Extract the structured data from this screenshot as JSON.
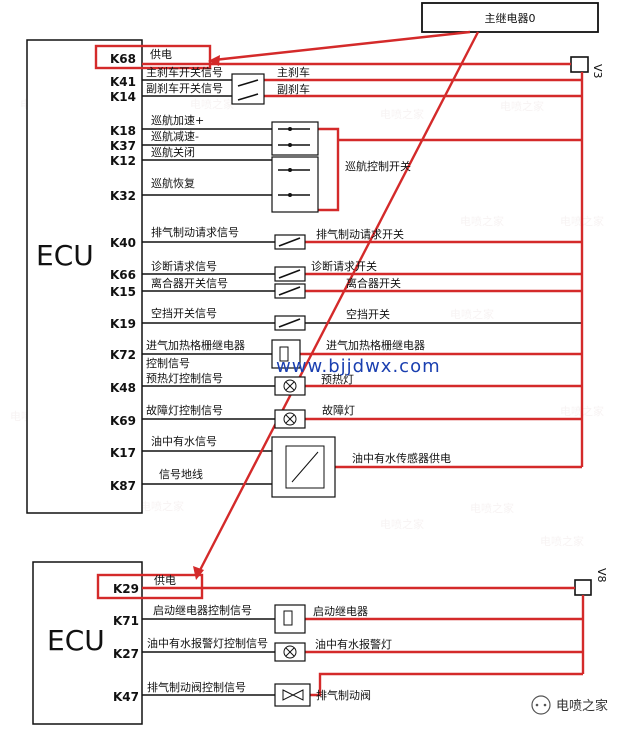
{
  "main_relay": "主继电器0",
  "ecu_label": "ECU",
  "v1": "V3",
  "v2": "V8",
  "watermark": "www.bjjdwx.com",
  "brand": "电喷之家",
  "bg_brand": "电喷之家",
  "top_pins": [
    {
      "pin": "K68",
      "signal": "供电"
    },
    {
      "pin": "K41",
      "signal": "主刹车开关信号",
      "device": "主刹车"
    },
    {
      "pin": "K14",
      "signal": "副刹车开关信号",
      "device": "副刹车"
    },
    {
      "pin": "K18",
      "signal": "巡航加速+"
    },
    {
      "pin": "K37",
      "signal": "巡航减速-"
    },
    {
      "pin": "K12",
      "signal": "巡航关闭"
    },
    {
      "pin": "K32",
      "signal": "巡航恢复"
    },
    {
      "pin": "K40",
      "signal": "排气制动请求信号",
      "device": "排气制动请求开关"
    },
    {
      "pin": "K66",
      "signal": "诊断请求信号",
      "device": "诊断请求开关"
    },
    {
      "pin": "K15",
      "signal": "离合器开关信号",
      "device": "离合器开关"
    },
    {
      "pin": "K19",
      "signal": "空挡开关信号",
      "device": "空挡开关"
    },
    {
      "pin": "K72",
      "signal": "进气加热格栅继电器",
      "signal2": "控制信号",
      "device": "进气加热格栅继电器"
    },
    {
      "pin": "K48",
      "signal": "预热灯控制信号",
      "device": "预热灯"
    },
    {
      "pin": "K69",
      "signal": "故障灯控制信号",
      "device": "故障灯"
    },
    {
      "pin": "K17",
      "signal": "油中有水信号"
    },
    {
      "pin": "K87",
      "signal": "信号地线"
    }
  ],
  "cruise_switch": "巡航控制开关",
  "water_sensor_supply": "油中有水传感器供电",
  "bottom_pins": [
    {
      "pin": "K29",
      "signal": "供电"
    },
    {
      "pin": "K71",
      "signal": "启动继电器控制信号",
      "device": "启动继电器"
    },
    {
      "pin": "K27",
      "signal": "油中有水报警灯控制信号",
      "device": "油中有水报警灯"
    },
    {
      "pin": "K47",
      "signal": "排气制动阀控制信号",
      "device": "排气制动阀"
    }
  ]
}
